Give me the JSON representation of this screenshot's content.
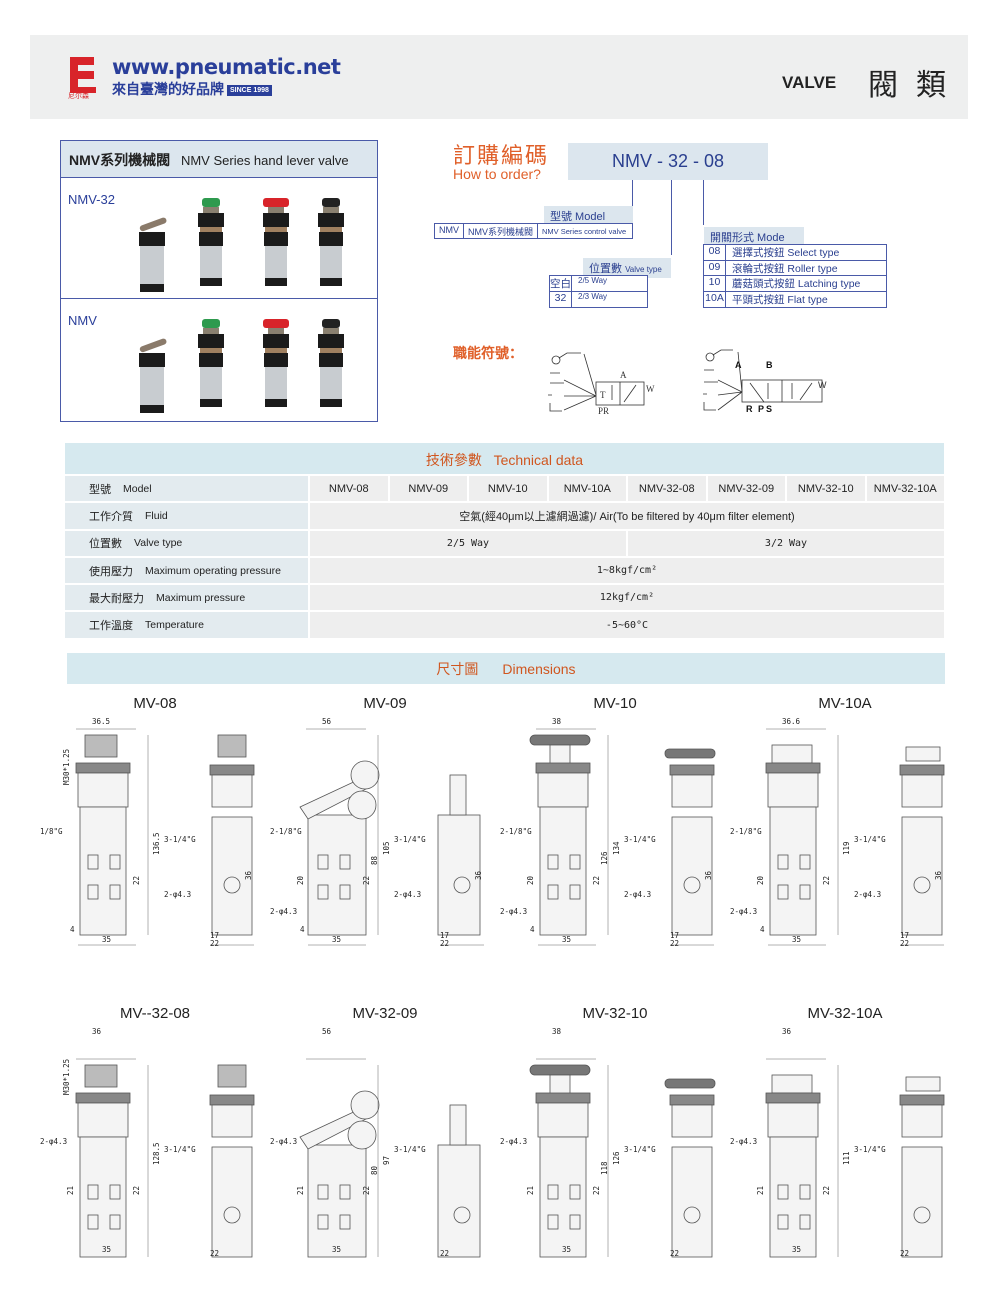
{
  "header": {
    "site": "www.pneumatic.net",
    "slogan": "來自臺灣的好品牌",
    "since": "SINCE 1998",
    "brand_logo_text": "尼尔森",
    "category_en": "VALVE",
    "category_zh": "閥類"
  },
  "products": {
    "title_zh": "NMV系列機械閥",
    "title_en": "NMV Series hand lever valve",
    "rows": [
      {
        "label": "NMV-32"
      },
      {
        "label": "NMV"
      }
    ],
    "variants": [
      {
        "type": "roller",
        "color": "#8a7a6a"
      },
      {
        "type": "flat",
        "color": "#2e9a4e"
      },
      {
        "type": "mushroom",
        "color": "#d8242a"
      },
      {
        "type": "selector",
        "color": "#222222"
      }
    ]
  },
  "order": {
    "title_zh": "訂購編碼",
    "title_en": "How to order?",
    "code": "NMV - 32 - 08",
    "model": {
      "label": "型號 Model",
      "code": "NMV",
      "zh": "NMV系列機械閥",
      "en": "NMV Series control valve"
    },
    "valve_type": {
      "label_zh": "位置數",
      "label_en": "Valve type",
      "rows": [
        {
          "code": "空白",
          "value": "2/5 Way"
        },
        {
          "code": "32",
          "value": "2/3 Way"
        }
      ]
    },
    "mode": {
      "label": "開關形式 Mode",
      "rows": [
        {
          "code": "08",
          "value": "選擇式按鈕 Select type"
        },
        {
          "code": "09",
          "value": "滾輪式按鈕 Roller type"
        },
        {
          "code": "10",
          "value": "蘑菇頭式按鈕 Latching type"
        },
        {
          "code": "10A",
          "value": "平頭式按鈕 Flat type"
        }
      ]
    }
  },
  "symbols": {
    "title": "職能符號：",
    "sym1": {
      "A": "A",
      "PR": "PR",
      "W": "W",
      "T": "T"
    },
    "sym2": {
      "A": "A",
      "B": "B",
      "R": "R",
      "P": "P",
      "S": "S",
      "W": "W"
    }
  },
  "tech": {
    "title_zh": "技術參數",
    "title_en": "Technical data",
    "rows": [
      {
        "zh": "型號",
        "en": "Model",
        "values": [
          "NMV-08",
          "NMV-09",
          "NMV-10",
          "NMV-10A",
          "NMV-32-08",
          "NMV-32-09",
          "NMV-32-10",
          "NMV-32-10A"
        ]
      },
      {
        "zh": "工作介質",
        "en": "Fluid",
        "values": [
          "空氣(經40μm以上濾網過濾)/ Air(To be filtered by 40μm filter element)"
        ]
      },
      {
        "zh": "位置數",
        "en": "Valve type",
        "values": [
          "2/5 Way",
          "3/2 Way"
        ]
      },
      {
        "zh": "使用壓力",
        "en": "Maximum operating pressure",
        "values": [
          "1~8kgf/cm²"
        ]
      },
      {
        "zh": "最大耐壓力",
        "en": "Maximum pressure",
        "values": [
          "12kgf/cm²"
        ]
      },
      {
        "zh": "工作溫度",
        "en": "Temperature",
        "values": [
          "-5~60°C"
        ]
      }
    ]
  },
  "dimensions": {
    "title_zh": "尺寸圖",
    "title_en": "Dimensions",
    "drawings": [
      {
        "title": "MV-08",
        "head": "selector",
        "labels": {
          "top_width": "36.5",
          "height": "136.5",
          "thread": "M30*1.25",
          "port_left": "1/8\"G",
          "spacing_right": "22",
          "bottom_offset": "4",
          "bottom_width": "35",
          "side_port": "3-1/4\"G",
          "side_hole": "2-φ4.3",
          "side_spacing": "36",
          "side_inner": "17",
          "side_outer": "22"
        }
      },
      {
        "title": "MV-09",
        "head": "roller",
        "labels": {
          "top_width": "56",
          "height": "105",
          "height2": "88",
          "port_left": "2-1/8\"G",
          "hole_left": "2-φ4.3",
          "spacing_left": "20",
          "spacing_right": "22",
          "bottom_offset": "4",
          "bottom_width": "35",
          "side_port": "3-1/4\"G",
          "side_hole": "2-φ4.3",
          "side_spacing": "36",
          "side_inner": "17",
          "side_outer": "22"
        }
      },
      {
        "title": "MV-10",
        "head": "mushroom",
        "labels": {
          "top_width": "38",
          "height": "134",
          "height2": "126",
          "port_left": "2-1/8\"G",
          "hole_left": "2-φ4.3",
          "spacing_left": "20",
          "spacing_right": "22",
          "bottom_offset": "4",
          "bottom_width": "35",
          "side_port": "3-1/4\"G",
          "side_hole": "2-φ4.3",
          "side_spacing": "36",
          "side_inner": "17",
          "side_outer": "22"
        }
      },
      {
        "title": "MV-10A",
        "head": "flat",
        "labels": {
          "top_width": "36.6",
          "height": "119",
          "port_left": "2-1/8\"G",
          "hole_left": "2-φ4.3",
          "spacing_left": "20",
          "spacing_right": "22",
          "bottom_offset": "4",
          "bottom_width": "35",
          "side_port": "3-1/4\"G",
          "side_hole": "2-φ4.3",
          "side_spacing": "36",
          "side_inner": "17",
          "side_outer": "22"
        }
      },
      {
        "title": "MV--32-08",
        "head": "selector",
        "labels": {
          "top_width": "36",
          "height": "128.5",
          "thread": "M30*1.25",
          "port_left": "2-φ4.3",
          "spacing_left": "21",
          "spacing_right": "22",
          "bottom_width": "35",
          "side_port": "3-1/4\"G",
          "side_outer": "22"
        }
      },
      {
        "title": "MV-32-09",
        "head": "roller",
        "labels": {
          "top_width": "56",
          "height": "97",
          "height2": "80",
          "port_left": "2-φ4.3",
          "spacing_left": "21",
          "spacing_right": "22",
          "bottom_width": "35",
          "side_port": "3-1/4\"G",
          "side_outer": "22"
        }
      },
      {
        "title": "MV-32-10",
        "head": "mushroom",
        "labels": {
          "top_width": "38",
          "height": "126",
          "height2": "118",
          "port_left": "2-φ4.3",
          "spacing_left": "21",
          "spacing_right": "22",
          "bottom_width": "35",
          "side_port": "3-1/4\"G",
          "side_outer": "22"
        }
      },
      {
        "title": "MV-32-10A",
        "head": "flat",
        "labels": {
          "top_width": "36",
          "height": "111",
          "port_left": "2-φ4.3",
          "spacing_left": "21",
          "spacing_right": "22",
          "bottom_width": "35",
          "side_port": "3-1/4\"G",
          "side_outer": "22"
        }
      }
    ]
  },
  "colors": {
    "accent": "#e0602a",
    "navy": "#2a3f9a",
    "band": "#d6e9ef"
  }
}
